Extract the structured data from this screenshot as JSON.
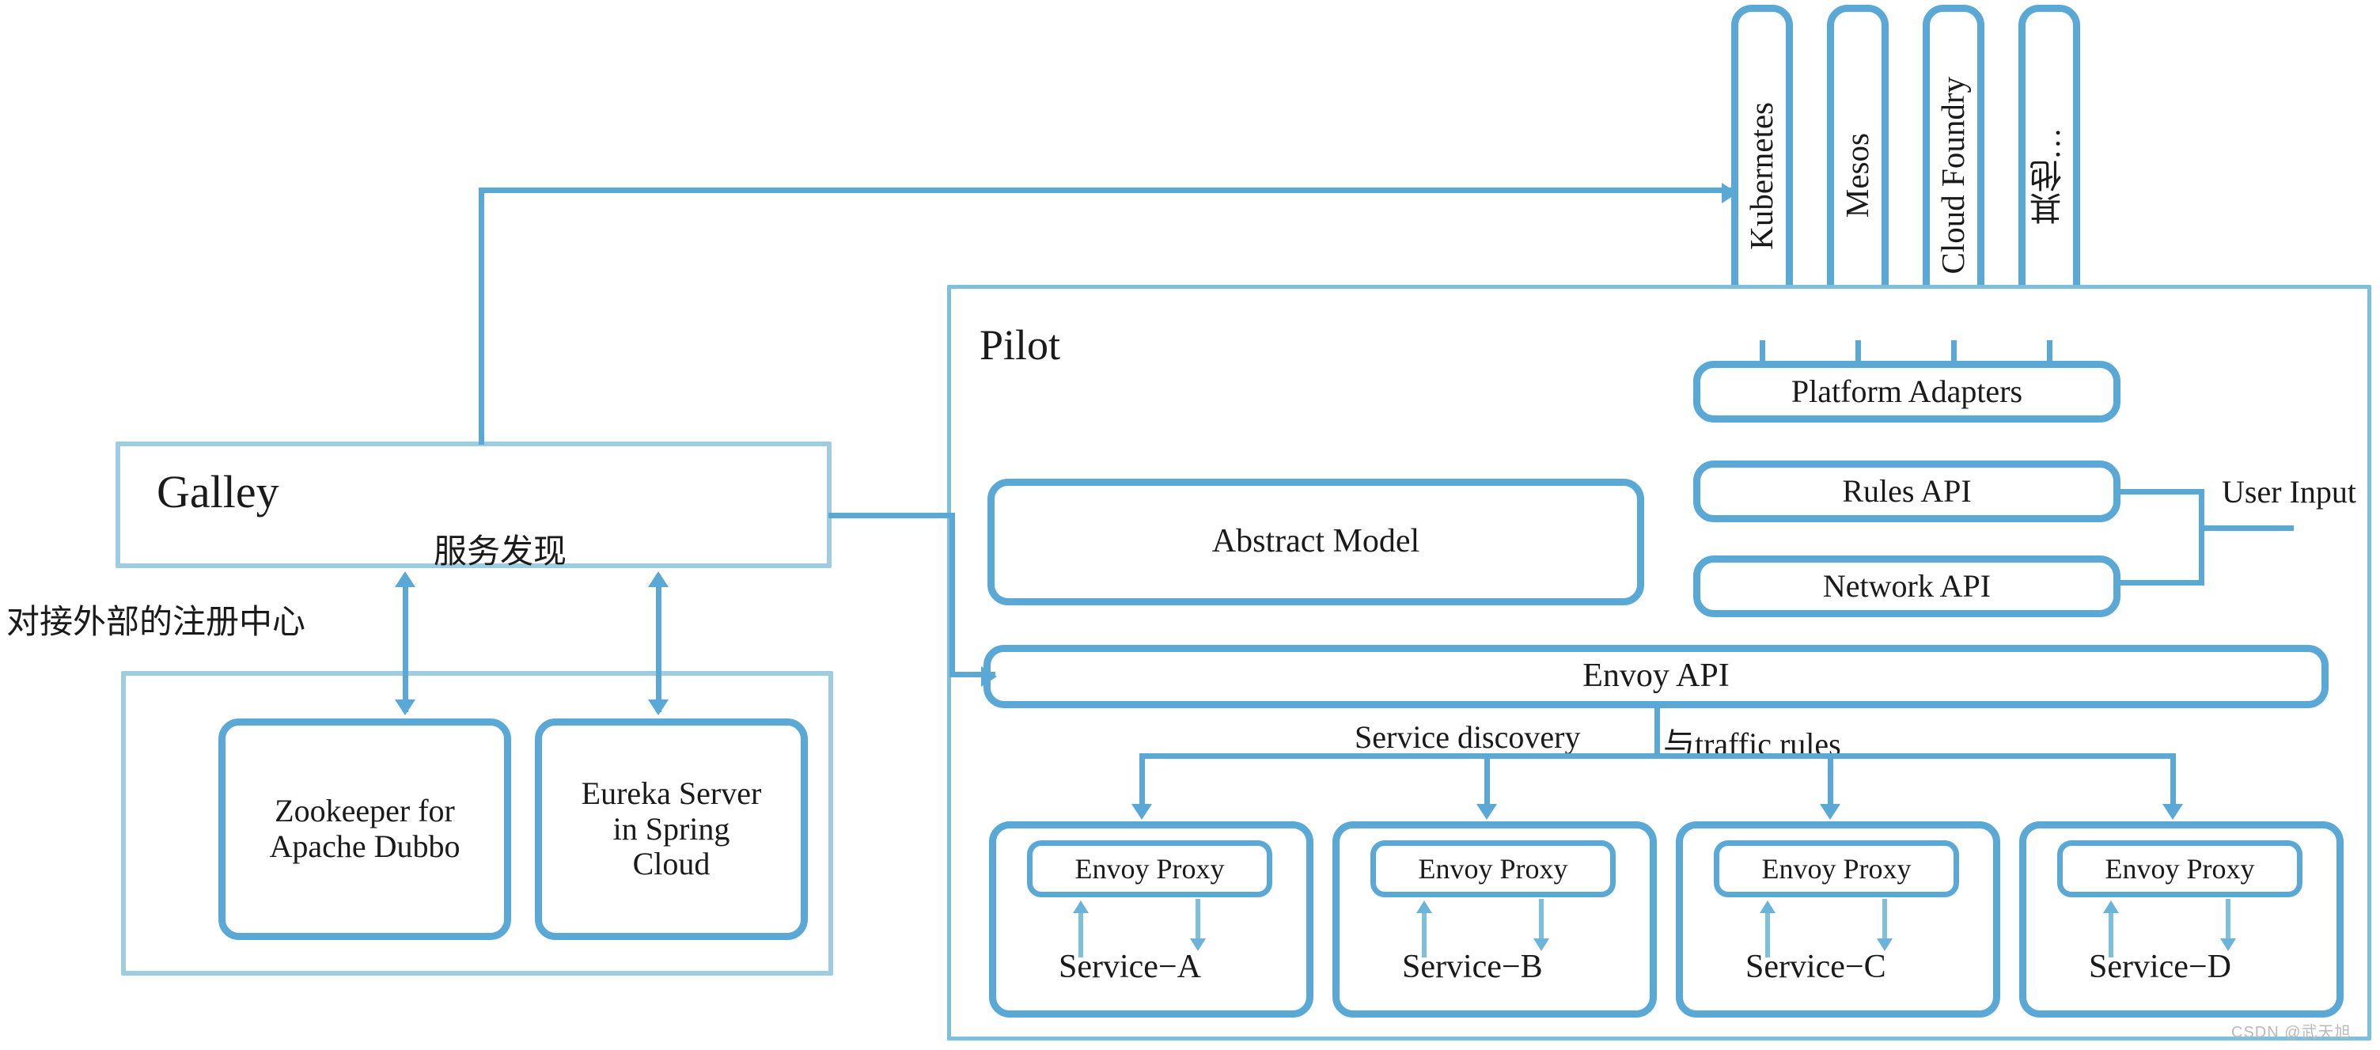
{
  "diagram": {
    "title": "Istio Pilot / Galley service discovery architecture",
    "accent_color": "#5aa8d6",
    "accent_light_color": "#9ecde1",
    "background_color": "#ffffff"
  },
  "galley": {
    "title": "Galley",
    "service_discovery_label": "服务发现",
    "external_registry_note": "对接外部的注册中心",
    "registries": [
      {
        "label": "Zookeeper for Apache Dubbo"
      },
      {
        "label": "Eureka Server in Spring Cloud"
      }
    ]
  },
  "platforms": [
    {
      "label": "Kubernetes"
    },
    {
      "label": "Mesos"
    },
    {
      "label": "Cloud Foundry"
    },
    {
      "label": "其他…"
    }
  ],
  "pilot": {
    "title": "Pilot",
    "platform_adapters": "Platform Adapters",
    "rules_api": "Rules API",
    "network_api": "Network API",
    "abstract_model": "Abstract Model",
    "envoy_api": "Envoy API",
    "flow_label_left": "Service discovery",
    "flow_label_right": "与traffic rules"
  },
  "user_input": {
    "label": "User Input"
  },
  "services": [
    {
      "proxy": "Envoy Proxy",
      "name": "Service−A"
    },
    {
      "proxy": "Envoy Proxy",
      "name": "Service−B"
    },
    {
      "proxy": "Envoy Proxy",
      "name": "Service−C"
    },
    {
      "proxy": "Envoy Proxy",
      "name": "Service−D"
    }
  ],
  "watermark": {
    "text": "CSDN @武天旭"
  }
}
